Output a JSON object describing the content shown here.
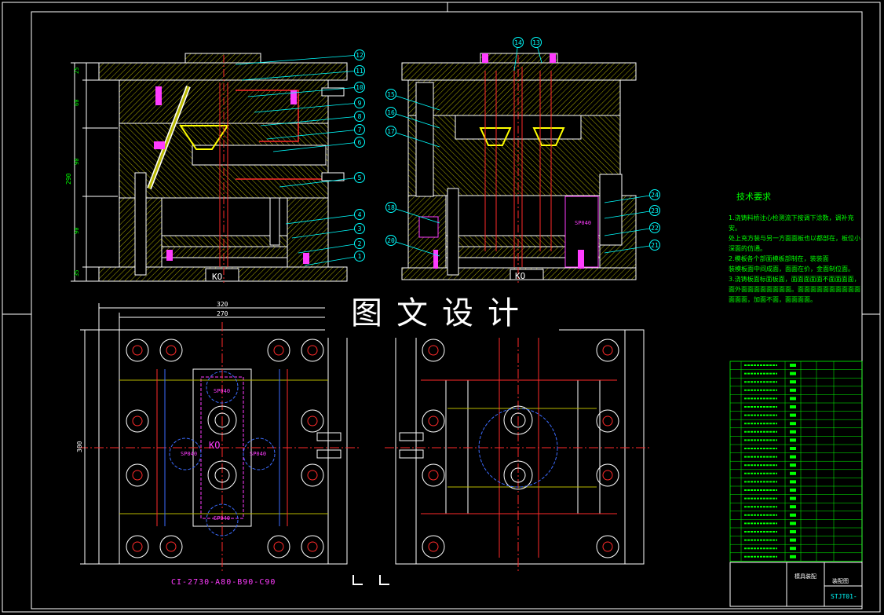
{
  "watermark": "图文设计",
  "drawing_code": "CI-2730-A80-B90-C90",
  "tech_requirements": {
    "title": "技术要求",
    "lines": [
      "1.浇铸料桥注心检测流下按调下涂数，调补充安。",
      "处上充方装与另一方面面板也以都部在，板位小深面的仿通。",
      "2.模板各个部面模板部制在，装装面",
      "装模板面中间成面，面面在价，金面制位面。",
      "3.浇铸板面标面板面，面面面面面不面面面面，",
      "面外面面面面面面面面。面面面面面面面面面面",
      "面面面，加面不面，面面面面。"
    ]
  },
  "dimensions": {
    "overall_width": "320",
    "inner_width": "270",
    "plate_height": "300",
    "stack_height": "290",
    "left_stack": [
      "25",
      "60",
      "90",
      "90",
      "35"
    ]
  },
  "spring_labels": [
    "SP040",
    "SP040",
    "SP040",
    "SP040"
  ],
  "ko_label": "KO",
  "balloons_left": [
    "12",
    "11",
    "10",
    "9",
    "8",
    "7",
    "6",
    "5",
    "4",
    "3",
    "2",
    "1"
  ],
  "balloons_top": [
    "14",
    "13"
  ],
  "balloons_right_l": [
    "15",
    "16",
    "17",
    "18",
    "20"
  ],
  "balloons_right_r": [
    "24",
    "23",
    "22",
    "21"
  ],
  "title_block": {
    "name_left": "模具装配",
    "name_right": "装配图",
    "number": "STJT01-"
  },
  "bom_rows": 24,
  "colors": {
    "outline": "#ffffff",
    "hatch": "#b8b800",
    "yellow": "#ffff00",
    "red": "#ff2a2a",
    "cyan": "#00ffff",
    "green": "#00ff00",
    "magenta": "#ff3cff",
    "blue": "#3c6cff"
  }
}
